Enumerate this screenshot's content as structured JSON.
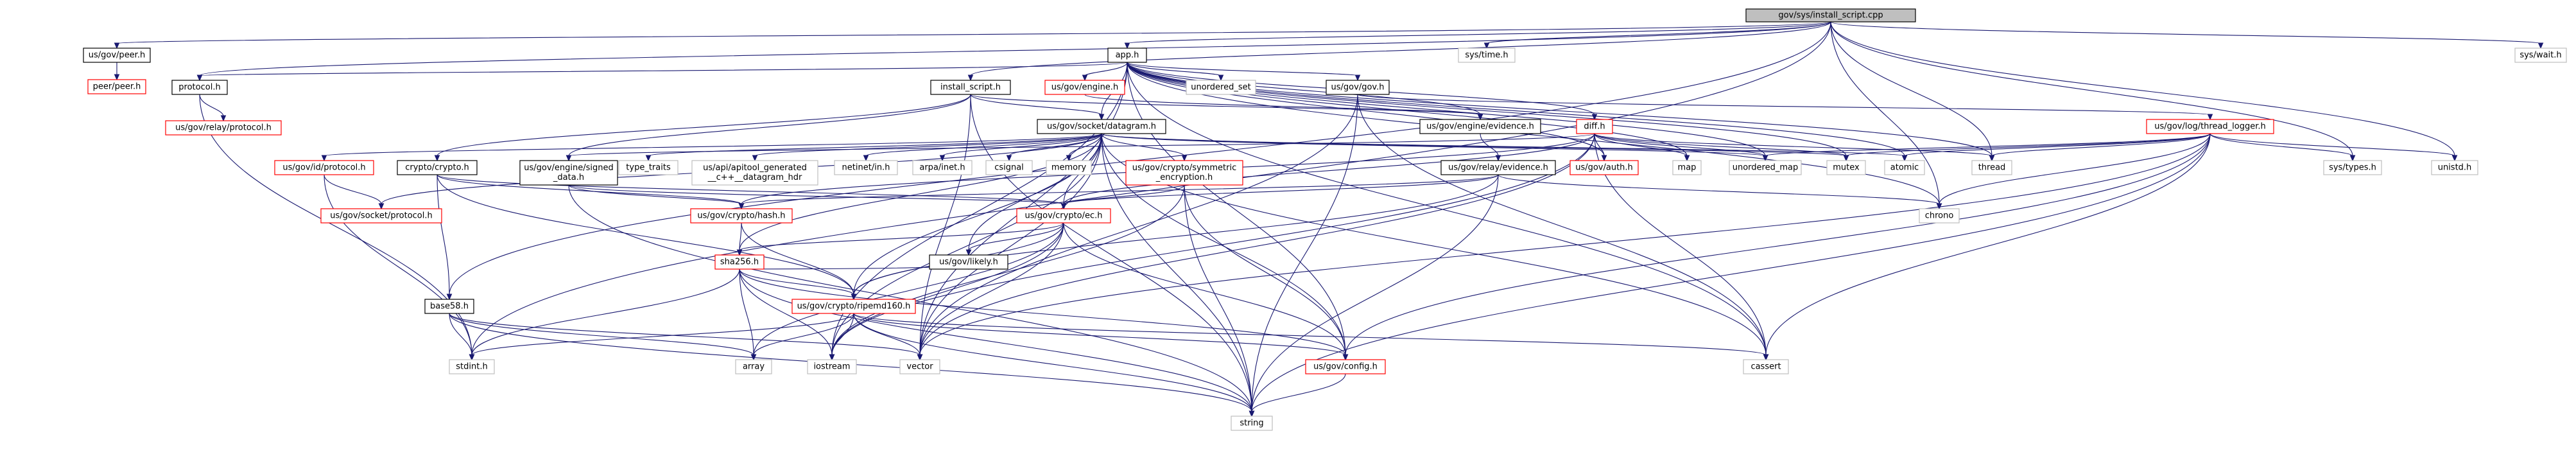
{
  "colors": {
    "edge": "#191970",
    "root_fill": "#bfbfbf",
    "border_black": "#000000",
    "border_red": "#ff0000",
    "border_gray": "#bfbfbf",
    "node_fill": "#ffffff",
    "text": "#000000"
  },
  "nodes": [
    {
      "id": "root",
      "label": "gov/sys/install_script.cpp",
      "style": "root"
    },
    {
      "id": "peer_h",
      "label": "us/gov/peer.h",
      "style": "black"
    },
    {
      "id": "peerpeer",
      "label": "peer/peer.h",
      "style": "red"
    },
    {
      "id": "protocol",
      "label": "protocol.h",
      "style": "black"
    },
    {
      "id": "relayproto",
      "label": "us/gov/relay/protocol.h",
      "style": "red"
    },
    {
      "id": "installsh",
      "label": "install_script.h",
      "style": "black"
    },
    {
      "id": "app",
      "label": "app.h",
      "style": "black"
    },
    {
      "id": "systime",
      "label": "sys/time.h",
      "style": "gray"
    },
    {
      "id": "syswait",
      "label": "sys/wait.h",
      "style": "gray"
    },
    {
      "id": "engineh",
      "label": "us/gov/engine.h",
      "style": "red"
    },
    {
      "id": "unordered_set",
      "label": "unordered_set",
      "style": "gray"
    },
    {
      "id": "govh",
      "label": "us/gov/gov.h",
      "style": "black"
    },
    {
      "id": "datagram",
      "label": "us/gov/socket/datagram.h",
      "style": "black"
    },
    {
      "id": "evidence",
      "label": "us/gov/engine/evidence.h",
      "style": "black"
    },
    {
      "id": "diff",
      "label": "diff.h",
      "style": "red"
    },
    {
      "id": "threadlogger",
      "label": "us/gov/log/thread_logger.h",
      "style": "red"
    },
    {
      "id": "idproto",
      "label": "us/gov/id/protocol.h",
      "style": "red"
    },
    {
      "id": "crypto",
      "label": "crypto/crypto.h",
      "style": "black"
    },
    {
      "id": "signed",
      "label": "us/gov/engine/signed\n_data.h",
      "style": "black"
    },
    {
      "id": "type_traits",
      "label": "type_traits",
      "style": "gray"
    },
    {
      "id": "apitool",
      "label": "us/api/apitool_generated\n__c++__datagram_hdr",
      "style": "gray"
    },
    {
      "id": "netinet",
      "label": "netinet/in.h",
      "style": "gray"
    },
    {
      "id": "arpainet",
      "label": "arpa/inet.h",
      "style": "gray"
    },
    {
      "id": "csignal",
      "label": "csignal",
      "style": "gray"
    },
    {
      "id": "memory",
      "label": "memory",
      "style": "gray"
    },
    {
      "id": "symenc",
      "label": "us/gov/crypto/symmetric\n_encryption.h",
      "style": "red"
    },
    {
      "id": "relayevidence",
      "label": "us/gov/relay/evidence.h",
      "style": "black"
    },
    {
      "id": "govauth",
      "label": "us/gov/auth.h",
      "style": "red"
    },
    {
      "id": "map",
      "label": "map",
      "style": "gray"
    },
    {
      "id": "unordered_map",
      "label": "unordered_map",
      "style": "gray"
    },
    {
      "id": "mutex",
      "label": "mutex",
      "style": "gray"
    },
    {
      "id": "atomic",
      "label": "atomic",
      "style": "gray"
    },
    {
      "id": "thread",
      "label": "thread",
      "style": "gray"
    },
    {
      "id": "systypes",
      "label": "sys/types.h",
      "style": "gray"
    },
    {
      "id": "unistd",
      "label": "unistd.h",
      "style": "gray"
    },
    {
      "id": "socketproto",
      "label": "us/gov/socket/protocol.h",
      "style": "red"
    },
    {
      "id": "cryptohash",
      "label": "us/gov/crypto/hash.h",
      "style": "red"
    },
    {
      "id": "ec",
      "label": "us/gov/crypto/ec.h",
      "style": "red"
    },
    {
      "id": "chrono",
      "label": "chrono",
      "style": "gray"
    },
    {
      "id": "sha256",
      "label": "sha256.h",
      "style": "red"
    },
    {
      "id": "likely",
      "label": "us/gov/likely.h",
      "style": "black"
    },
    {
      "id": "base58",
      "label": "base58.h",
      "style": "black"
    },
    {
      "id": "ripemd",
      "label": "us/gov/crypto/ripemd160.h",
      "style": "red"
    },
    {
      "id": "stdint",
      "label": "stdint.h",
      "style": "gray"
    },
    {
      "id": "array",
      "label": "array",
      "style": "gray"
    },
    {
      "id": "iostream",
      "label": "iostream",
      "style": "gray"
    },
    {
      "id": "vector",
      "label": "vector",
      "style": "gray"
    },
    {
      "id": "config",
      "label": "us/gov/config.h",
      "style": "red"
    },
    {
      "id": "cassert",
      "label": "cassert",
      "style": "gray"
    },
    {
      "id": "string",
      "label": "string",
      "style": "gray"
    }
  ],
  "edges": [
    [
      "root",
      "peer_h"
    ],
    [
      "root",
      "protocol"
    ],
    [
      "root",
      "installsh"
    ],
    [
      "root",
      "app"
    ],
    [
      "root",
      "systime"
    ],
    [
      "root",
      "syswait"
    ],
    [
      "root",
      "base58"
    ],
    [
      "root",
      "stdint"
    ],
    [
      "root",
      "thread"
    ],
    [
      "root",
      "unistd"
    ],
    [
      "root",
      "systypes"
    ],
    [
      "root",
      "chrono"
    ],
    [
      "peer_h",
      "peerpeer"
    ],
    [
      "protocol",
      "relayproto"
    ],
    [
      "protocol",
      "stdint"
    ],
    [
      "installsh",
      "datagram"
    ],
    [
      "installsh",
      "evidence"
    ],
    [
      "installsh",
      "crypto"
    ],
    [
      "installsh",
      "signed"
    ],
    [
      "installsh",
      "string"
    ],
    [
      "installsh",
      "vector"
    ],
    [
      "app",
      "protocol"
    ],
    [
      "app",
      "engineh"
    ],
    [
      "app",
      "unordered_set"
    ],
    [
      "app",
      "govh"
    ],
    [
      "app",
      "datagram"
    ],
    [
      "app",
      "evidence"
    ],
    [
      "app",
      "diff"
    ],
    [
      "app",
      "govauth"
    ],
    [
      "app",
      "map"
    ],
    [
      "app",
      "unordered_map"
    ],
    [
      "app",
      "mutex"
    ],
    [
      "app",
      "atomic"
    ],
    [
      "app",
      "thread"
    ],
    [
      "app",
      "chrono"
    ],
    [
      "app",
      "config"
    ],
    [
      "app",
      "vector"
    ],
    [
      "app",
      "cassert"
    ],
    [
      "app",
      "iostream"
    ],
    [
      "engineh",
      "evidence"
    ],
    [
      "govh",
      "threadlogger"
    ],
    [
      "govh",
      "vector"
    ],
    [
      "govh",
      "string"
    ],
    [
      "govh",
      "cassert"
    ],
    [
      "datagram",
      "idproto"
    ],
    [
      "datagram",
      "type_traits"
    ],
    [
      "datagram",
      "apitool"
    ],
    [
      "datagram",
      "netinet"
    ],
    [
      "datagram",
      "arpainet"
    ],
    [
      "datagram",
      "csignal"
    ],
    [
      "datagram",
      "memory"
    ],
    [
      "datagram",
      "symenc"
    ],
    [
      "datagram",
      "socketproto"
    ],
    [
      "datagram",
      "likely"
    ],
    [
      "datagram",
      "config"
    ],
    [
      "datagram",
      "vector"
    ],
    [
      "datagram",
      "string"
    ],
    [
      "datagram",
      "mutex"
    ],
    [
      "datagram",
      "unordered_map"
    ],
    [
      "datagram",
      "atomic"
    ],
    [
      "datagram",
      "cassert"
    ],
    [
      "datagram",
      "ec"
    ],
    [
      "datagram",
      "ripemd"
    ],
    [
      "datagram",
      "sha256"
    ],
    [
      "datagram",
      "iostream"
    ],
    [
      "evidence",
      "relayevidence"
    ],
    [
      "diff",
      "map"
    ],
    [
      "diff",
      "unordered_map"
    ],
    [
      "diff",
      "mutex"
    ],
    [
      "diff",
      "thread"
    ],
    [
      "diff",
      "govauth"
    ],
    [
      "diff",
      "ec"
    ],
    [
      "diff",
      "cryptohash"
    ],
    [
      "diff",
      "vector"
    ],
    [
      "diff",
      "cassert"
    ],
    [
      "diff",
      "signed"
    ],
    [
      "diff",
      "iostream"
    ],
    [
      "threadlogger",
      "unordered_map"
    ],
    [
      "threadlogger",
      "mutex"
    ],
    [
      "threadlogger",
      "atomic"
    ],
    [
      "threadlogger",
      "thread"
    ],
    [
      "threadlogger",
      "systypes"
    ],
    [
      "threadlogger",
      "unistd"
    ],
    [
      "threadlogger",
      "chrono"
    ],
    [
      "threadlogger",
      "config"
    ],
    [
      "threadlogger",
      "cassert"
    ],
    [
      "threadlogger",
      "string"
    ],
    [
      "threadlogger",
      "vector"
    ],
    [
      "idproto",
      "socketproto"
    ],
    [
      "idproto",
      "stdint"
    ],
    [
      "crypto",
      "ec"
    ],
    [
      "crypto",
      "cryptohash"
    ],
    [
      "crypto",
      "base58"
    ],
    [
      "crypto",
      "ripemd"
    ],
    [
      "signed",
      "cryptohash"
    ],
    [
      "signed",
      "ec"
    ],
    [
      "signed",
      "string"
    ],
    [
      "symenc",
      "ec"
    ],
    [
      "symenc",
      "iostream"
    ],
    [
      "symenc",
      "config"
    ],
    [
      "symenc",
      "string"
    ],
    [
      "relayevidence",
      "ec"
    ],
    [
      "relayevidence",
      "cryptohash"
    ],
    [
      "relayevidence",
      "chrono"
    ],
    [
      "relayevidence",
      "string"
    ],
    [
      "relayevidence",
      "ripemd"
    ],
    [
      "cryptohash",
      "sha256"
    ],
    [
      "cryptohash",
      "ripemd"
    ],
    [
      "ec",
      "sha256"
    ],
    [
      "ec",
      "likely"
    ],
    [
      "ec",
      "ripemd"
    ],
    [
      "ec",
      "array"
    ],
    [
      "ec",
      "iostream"
    ],
    [
      "ec",
      "vector"
    ],
    [
      "ec",
      "config"
    ],
    [
      "sha256",
      "likely"
    ],
    [
      "sha256",
      "ripemd"
    ],
    [
      "sha256",
      "stdint"
    ],
    [
      "sha256",
      "array"
    ],
    [
      "sha256",
      "string"
    ],
    [
      "sha256",
      "iostream"
    ],
    [
      "sha256",
      "config"
    ],
    [
      "base58",
      "stdint"
    ],
    [
      "base58",
      "string"
    ],
    [
      "base58",
      "vector"
    ],
    [
      "base58",
      "array"
    ],
    [
      "ripemd",
      "stdint"
    ],
    [
      "ripemd",
      "array"
    ],
    [
      "ripemd",
      "iostream"
    ],
    [
      "ripemd",
      "vector"
    ],
    [
      "ripemd",
      "cassert"
    ],
    [
      "ripemd",
      "config"
    ],
    [
      "ripemd",
      "string"
    ],
    [
      "config",
      "string"
    ]
  ]
}
